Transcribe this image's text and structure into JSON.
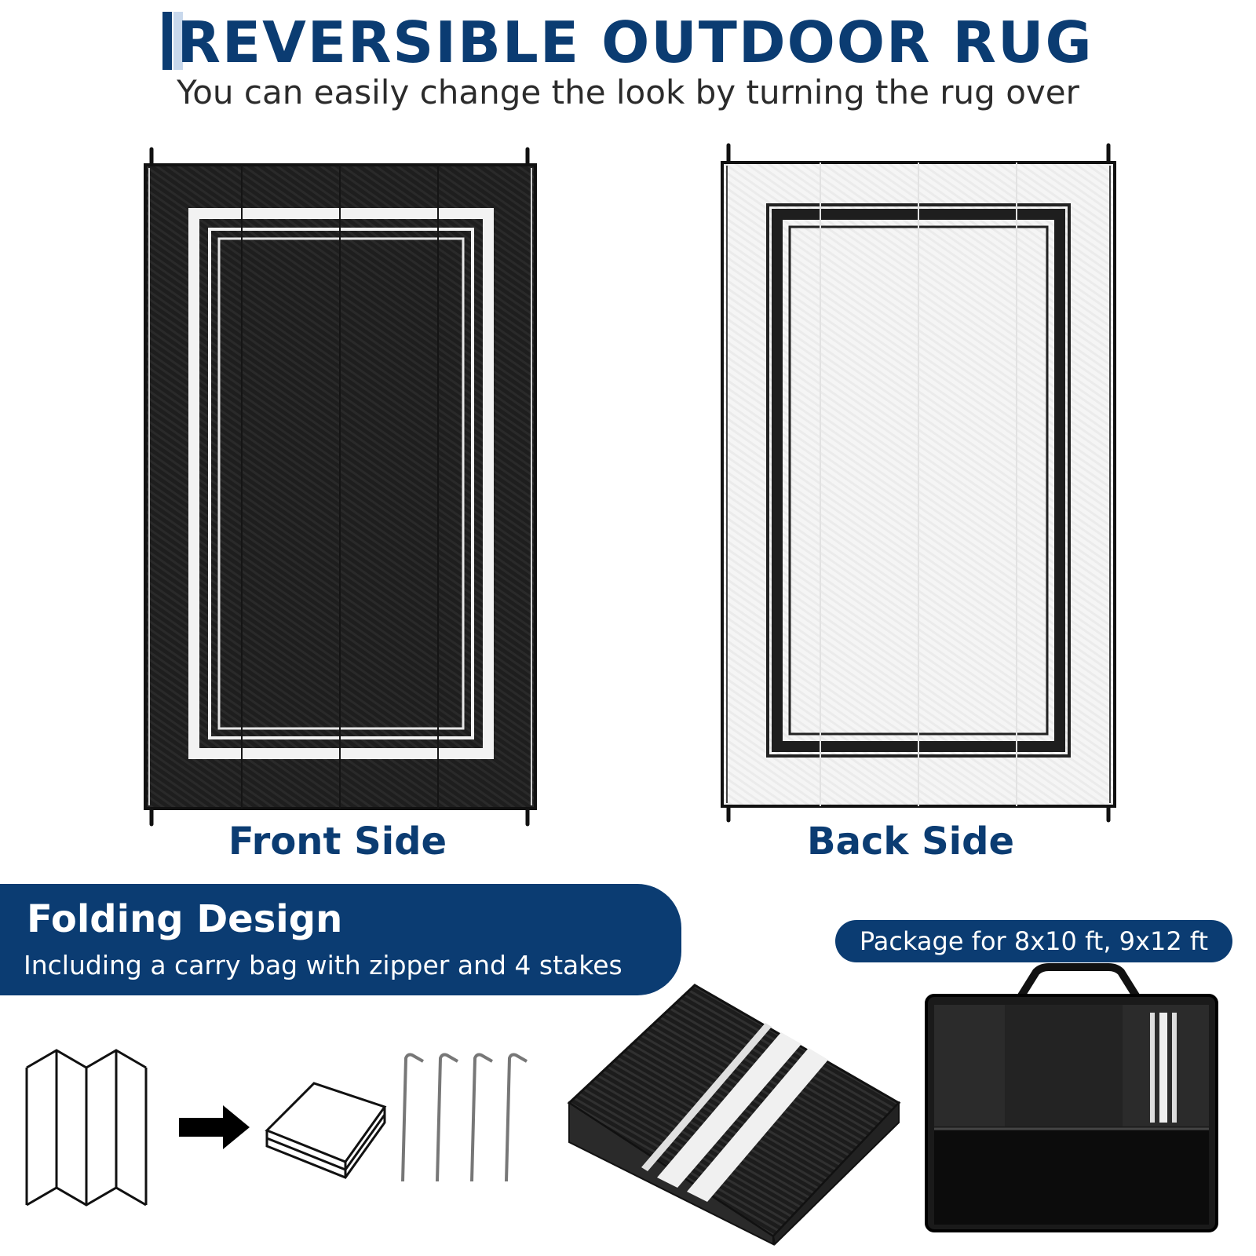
{
  "header": {
    "title": "REVERSIBLE OUTDOOR RUG",
    "subtitle": "You can easily change the look by turning the rug over"
  },
  "sides": {
    "front_label": "Front Side",
    "back_label": "Back Side"
  },
  "folding": {
    "title": "Folding Design",
    "subtitle": "Including a carry bag with zipper and 4 stakes"
  },
  "package": {
    "label": "Package for 8x10 ft, 9x12 ft"
  },
  "icons": {
    "accordion": "folding-accordion-icon",
    "arrow": "arrow-right-icon",
    "stack": "folded-stack-icon",
    "stakes": "stake-icon",
    "rolled": "rolled-rug-icon",
    "bag": "carry-bag-icon"
  },
  "colors": {
    "brand": "#0b3c72",
    "title": "#0b3c72",
    "subtitle": "#2b2b2b",
    "rug_dark": "#1e1e1e",
    "rug_light": "#f4f4f4"
  }
}
